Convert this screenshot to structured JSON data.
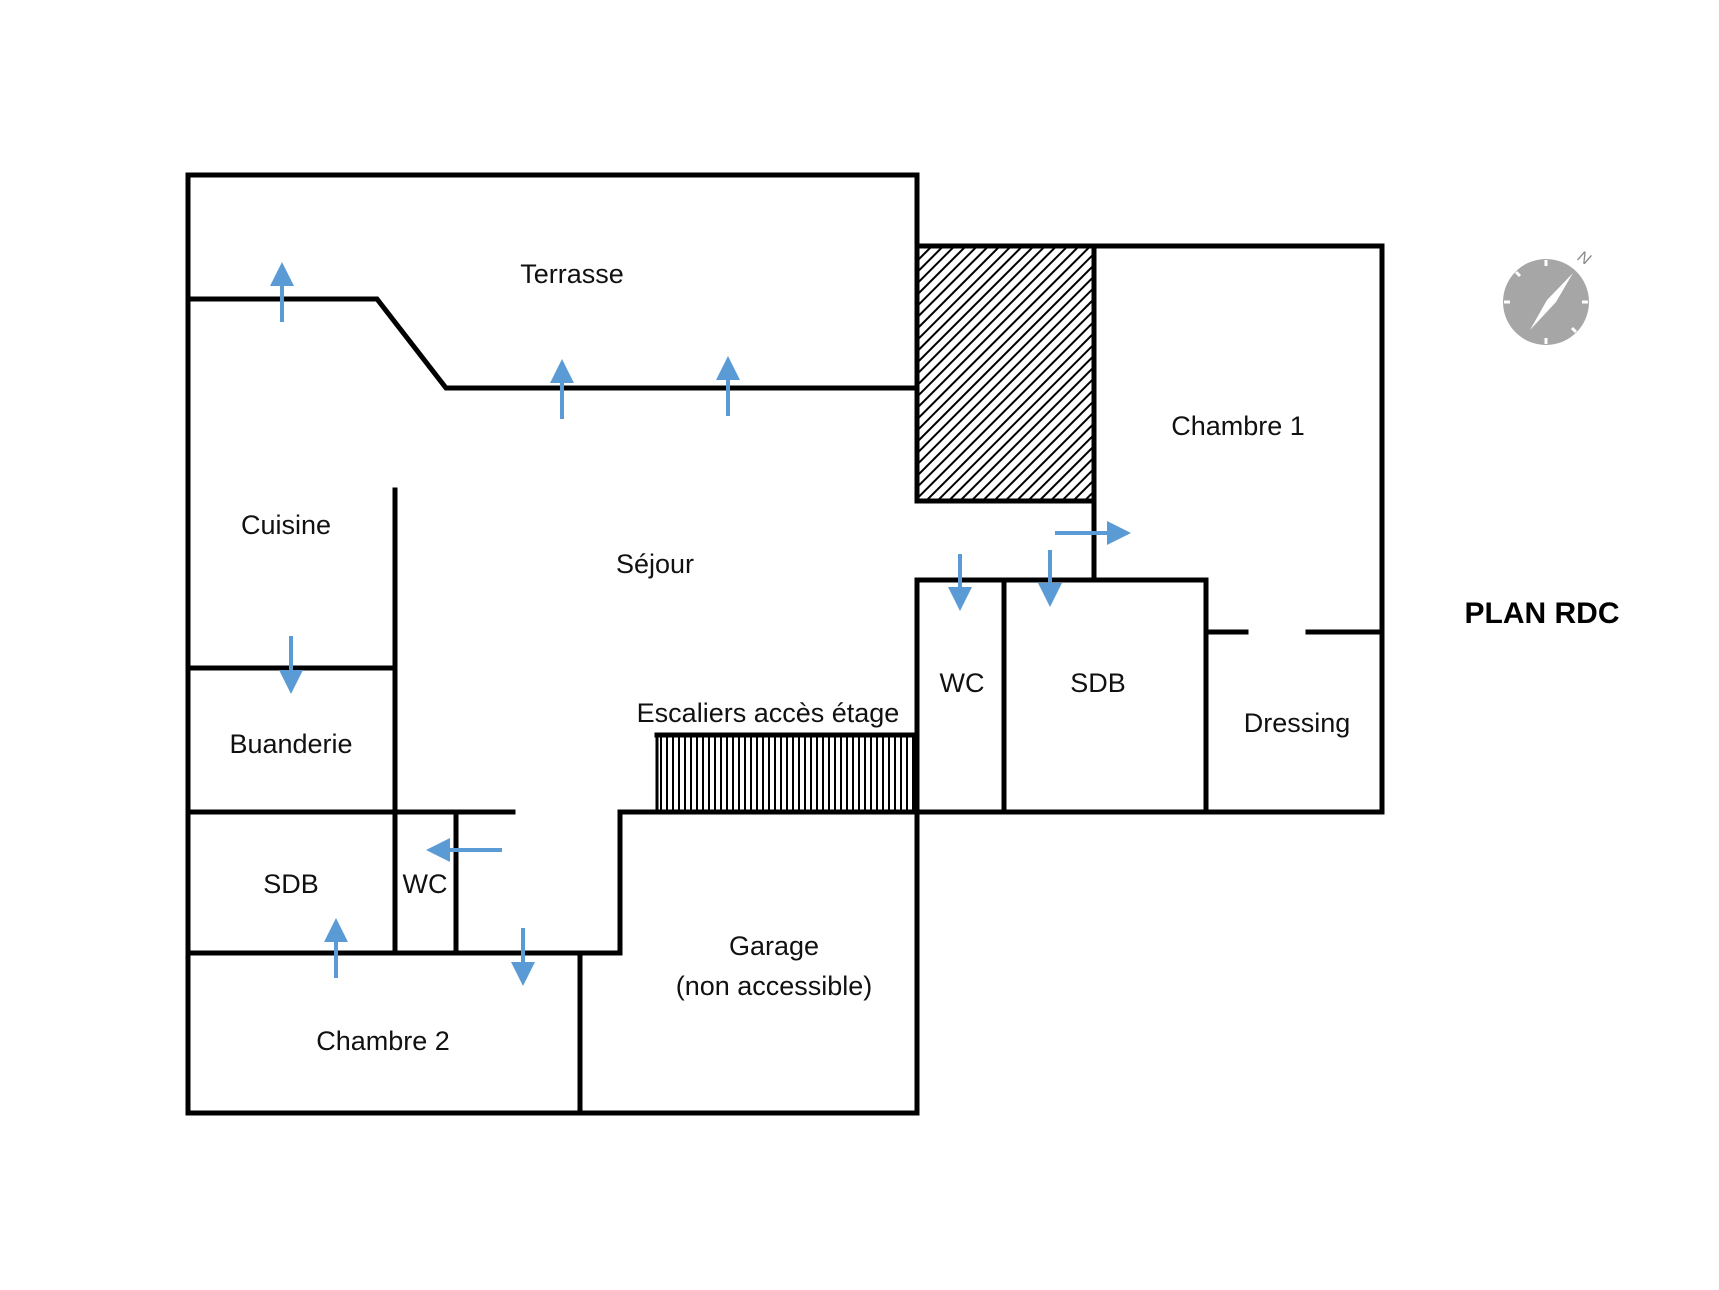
{
  "plan_title": "PLAN RDC",
  "compass": {
    "north_label": "N",
    "color": "#a6a6a6"
  },
  "rooms": {
    "terrasse": "Terrasse",
    "chambre1": "Chambre 1",
    "cuisine": "Cuisine",
    "sejour": "Séjour",
    "wc_east": "WC",
    "sdb_east": "SDB",
    "dressing": "Dressing",
    "escaliers": "Escaliers accès étage",
    "buanderie": "Buanderie",
    "sdb_west": "SDB",
    "wc_west": "WC",
    "garage_line1": "Garage",
    "garage_line2": "(non accessible)",
    "chambre2": "Chambre 2"
  },
  "colors": {
    "walls": "#000000",
    "door_arrows": "#5b9bd5"
  }
}
